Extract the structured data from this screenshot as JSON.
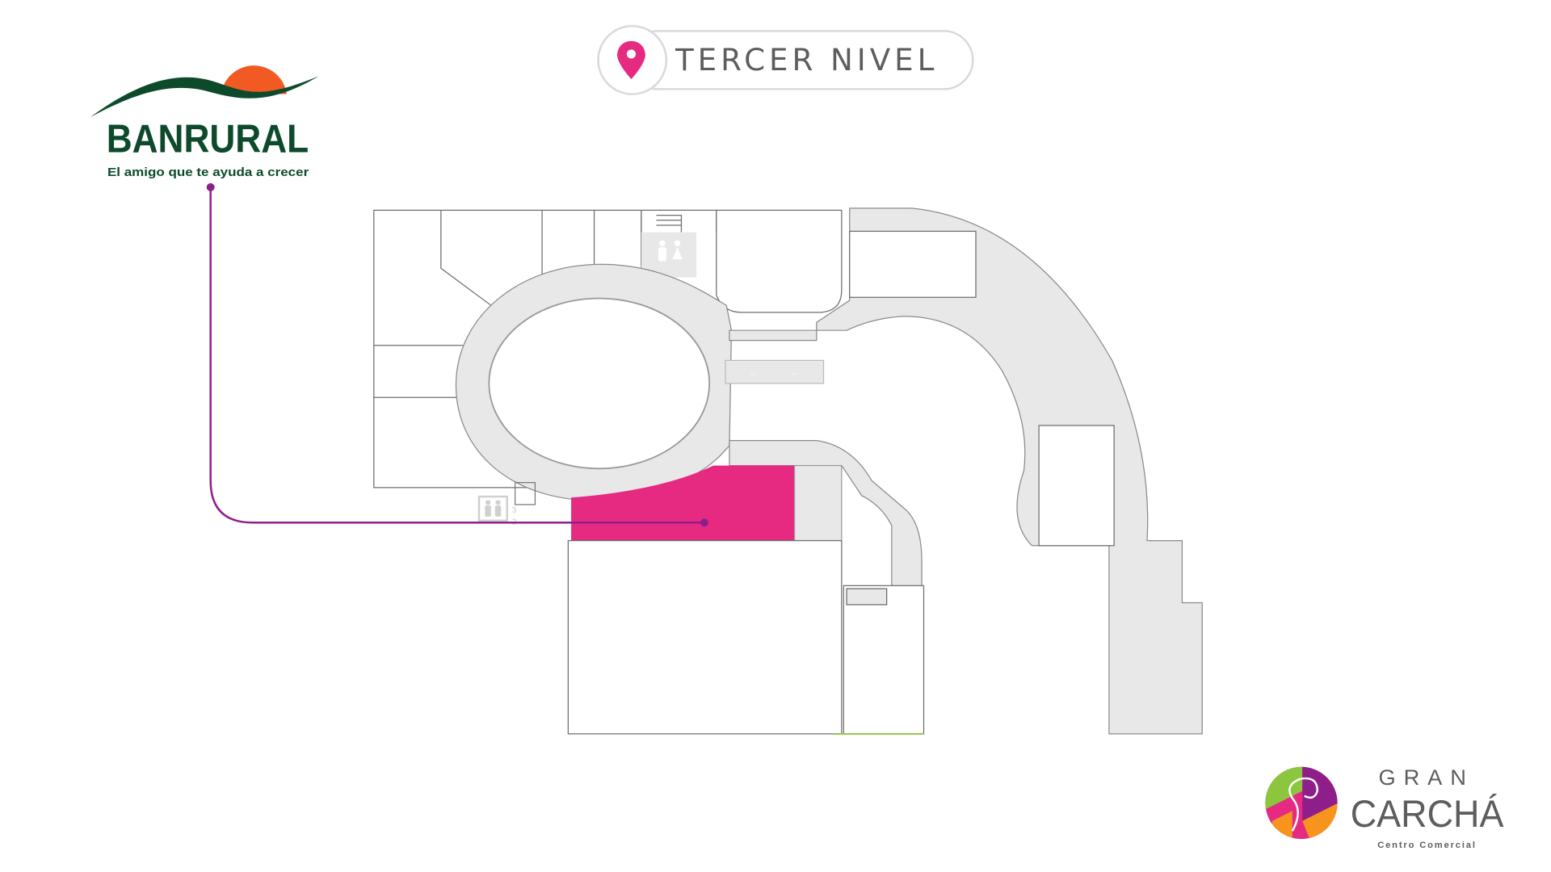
{
  "header": {
    "level_title": "TERCER NIVEL",
    "icon": "map-pin-icon"
  },
  "store": {
    "name": "BANRURAL",
    "tagline": "El amigo que te ayuda a crecer",
    "highlight_color": "#e62a82",
    "connector_color": "#8e1f8a"
  },
  "elevator": {
    "icon": "elevator-icon",
    "floors": [
      "3",
      "2"
    ]
  },
  "mall_logo": {
    "line1": "GRAN",
    "line2": "CARCHÁ",
    "line3": "Centro Comercial"
  },
  "colors": {
    "pin": "#e62a82",
    "floor": "#e8e8e8",
    "banrural_green": "#0d4a2b",
    "banrural_orange": "#f15a22",
    "logo_text": "#5d5d5d"
  }
}
